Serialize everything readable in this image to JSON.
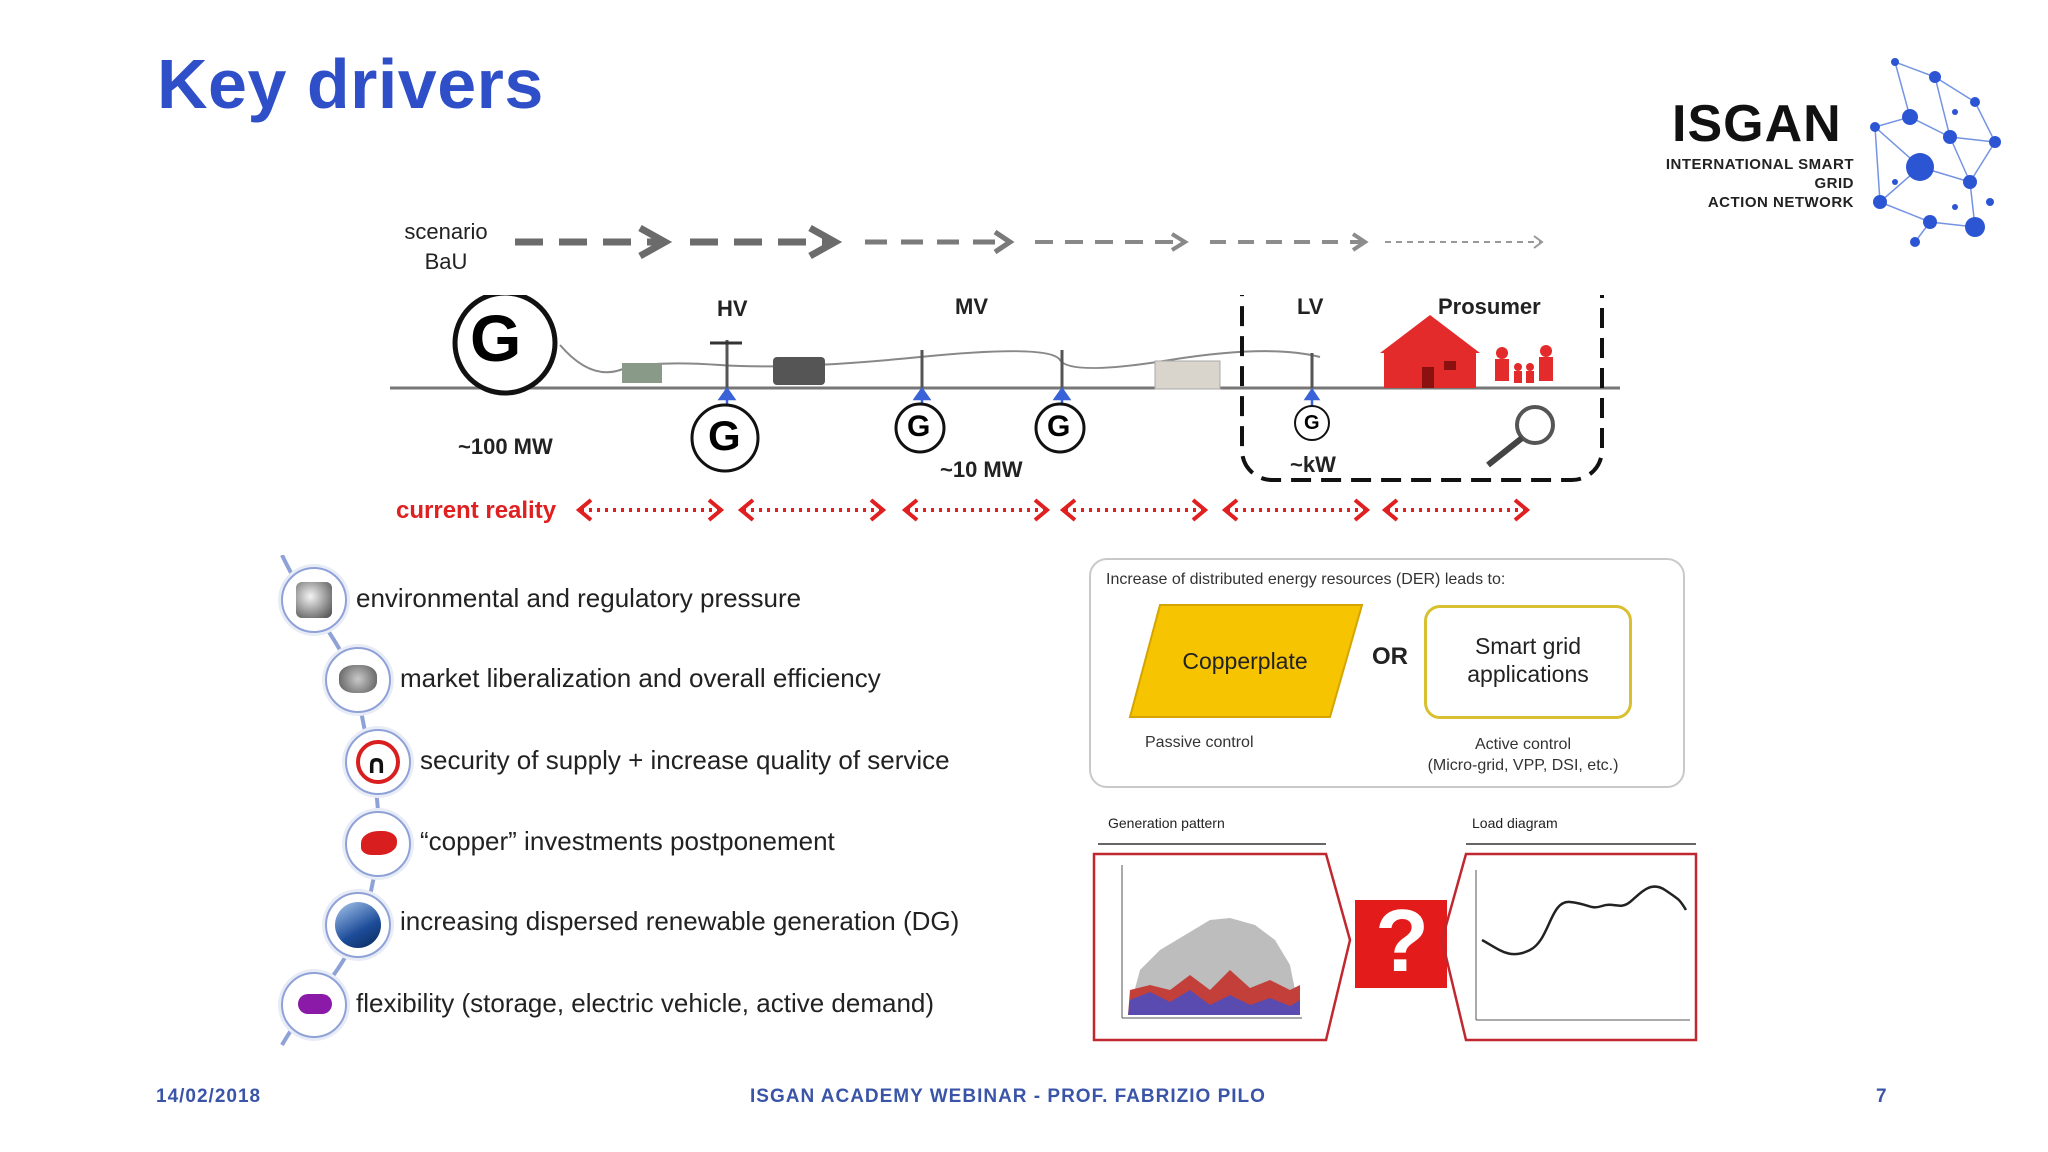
{
  "slide": {
    "title": "Key drivers"
  },
  "logo": {
    "name": "ISGAN",
    "subtitle_line1": "INTERNATIONAL SMART GRID",
    "subtitle_line2": "ACTION NETWORK"
  },
  "grid_diagram": {
    "scenario_line1": "scenario",
    "scenario_line2": "BaU",
    "hv": "HV",
    "mv": "MV",
    "lv": "LV",
    "prosumer": "Prosumer",
    "big_generator_power": "~100 MW",
    "mid_generator_power": "~10 MW",
    "small_generator_power": "~kW",
    "generator_symbol": "G",
    "current_reality": "current reality"
  },
  "drivers": [
    {
      "text": "environmental and regulatory pressure"
    },
    {
      "text": "market liberalization and overall efficiency"
    },
    {
      "text": "security of supply + increase quality of service"
    },
    {
      "text": "“copper” investments postponement"
    },
    {
      "text": "increasing dispersed renewable generation (DG)"
    },
    {
      "text": "flexibility (storage, electric vehicle, active demand)"
    }
  ],
  "der_box": {
    "heading": "Increase of distributed energy resources (DER) leads to:",
    "option1": "Copperplate",
    "or": "OR",
    "option2_line1": "Smart grid",
    "option2_line2": "applications",
    "option1_caption": "Passive control",
    "option2_caption_line1": "Active control",
    "option2_caption_line2": "(Micro-grid, VPP, DSI, etc.)"
  },
  "charts": {
    "generation_title": "Generation pattern",
    "load_title": "Load diagram",
    "question": "?"
  },
  "footer": {
    "date": "14/02/2018",
    "center": "ISGAN ACADEMY WEBINAR - PROF. FABRIZIO PILO",
    "page": "7"
  },
  "colors": {
    "title_blue": "#2e4fc7",
    "red": "#e02020",
    "copperplate_yellow": "#f6c400",
    "smartgrid_border": "#d8c030"
  }
}
